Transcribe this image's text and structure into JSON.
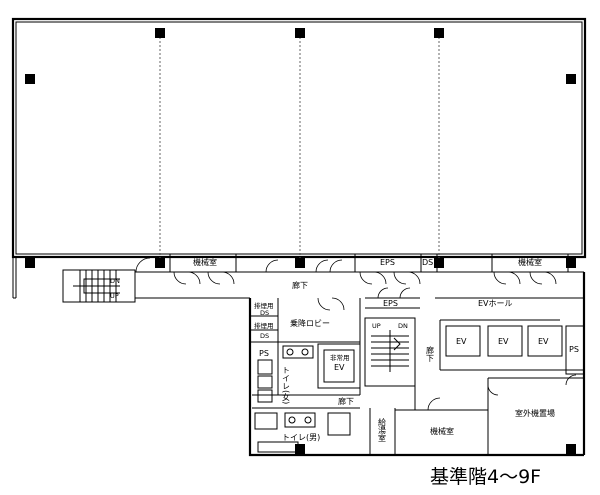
{
  "floor_title": "基準階4～9F",
  "rooms": {
    "machine_room_1": "機械室",
    "eps_top": "EPS",
    "ds_top": "DS",
    "machine_room_2": "機械室",
    "corridor_1": "廊下",
    "exhaust_ds_1": "排煙用",
    "exhaust_ds_1b": "DS",
    "exhaust_ds_2": "排煙用",
    "exhaust_ds_2b": "DS",
    "eps_mid": "EPS",
    "elevator_lobby": "乗降ロビー",
    "ev_hall": "EVホール",
    "ps_left": "PS",
    "emergency_ev_1": "非常用",
    "emergency_ev_2": "EV",
    "stair_up": "UP",
    "stair_dn": "DN",
    "corridor_v": "廊下",
    "ev_1": "EV",
    "ev_2": "EV",
    "ev_3": "EV",
    "ps_right": "PS",
    "toilet_f": "トイレ(女)",
    "corridor_2": "廊下",
    "outdoor_unit": "室外機置場",
    "kitchenette": "給湯室",
    "machine_room_3": "機械室",
    "toilet_m": "トイレ(男)",
    "stair_left_up": "UP",
    "stair_left_dn": "DN"
  }
}
